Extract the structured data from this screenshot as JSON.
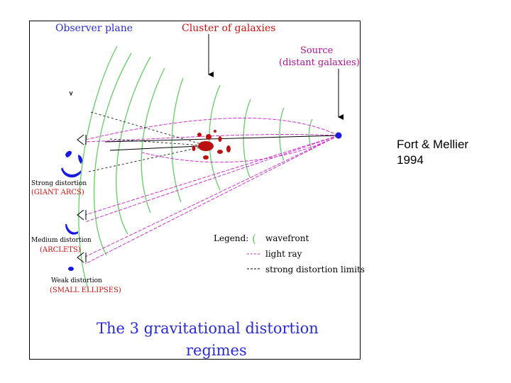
{
  "figure": {
    "labels": {
      "observer_plane": "Observer plane",
      "cluster": "Cluster of galaxies",
      "source_line1": "Source",
      "source_line2": "(distant galaxies)",
      "strong_line1": "Strong distortion",
      "strong_line2": "(GIANT ARCS)",
      "medium_line1": "Medium distortion",
      "medium_line2": "(ARCLETS)",
      "weak_line1": "Weak distortion",
      "weak_line2": "(SMALL ELLIPSES)",
      "title_line1": "The 3  gravitational distortion",
      "title_line2": "regimes"
    },
    "legend": {
      "heading": "Legend:",
      "wavefront_symbol": "(",
      "wavefront": "wavefront",
      "light_ray": "light ray",
      "limits": "strong  distortion limits"
    },
    "colors": {
      "title_blue": "#2a2ad8",
      "label_red": "#d01010",
      "label_magenta": "#b0109a",
      "wavefront_green": "#66cc66",
      "ray_magenta": "#cc33cc",
      "galaxy_blue": "#1a1ae0",
      "cluster_red": "#bb1111"
    }
  },
  "credit": {
    "line1": "Fort & Mellier",
    "line2": "1994"
  }
}
